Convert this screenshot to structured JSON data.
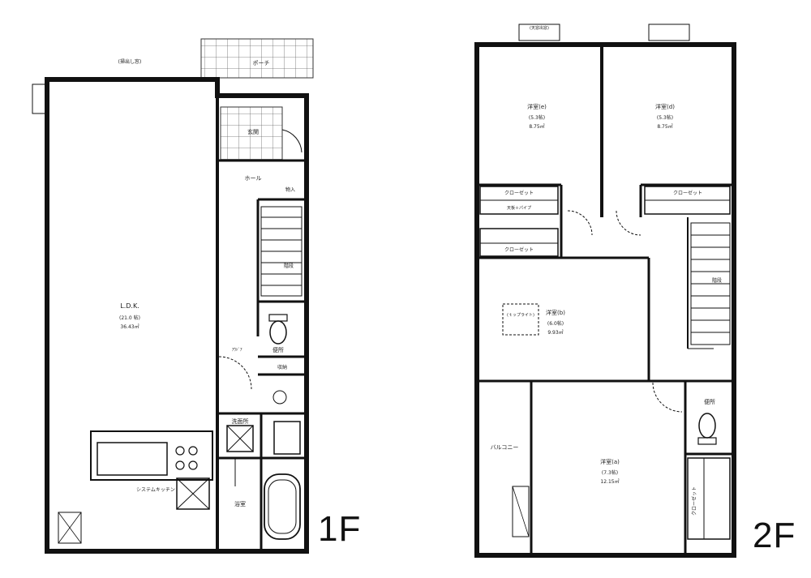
{
  "floor1": {
    "label": "1F",
    "rooms": {
      "ldk": {
        "name": "L.D.K.",
        "tatami": "(21.0 帖)",
        "area": "36.43㎡"
      },
      "porch": {
        "name": "ポーチ"
      },
      "entrance": {
        "name": "玄関"
      },
      "hall": {
        "name": "ホール"
      },
      "storage": {
        "name": "物入"
      },
      "storage2": {
        "name": "収納"
      },
      "toilet": {
        "name": "便所"
      },
      "washroom": {
        "name": "洗面所"
      },
      "bath": {
        "name": "浴室"
      }
    },
    "notes": {
      "ldk_top": "(掃出し窓)",
      "stair": "階段",
      "kitchen_note": "システムキッチン",
      "door_note": "ｱｳﾄﾞｱ"
    }
  },
  "floor2": {
    "label": "2F",
    "rooms": {
      "western_e": {
        "name": "洋室(e)",
        "tatami": "(5.3帖)",
        "area": "8.75㎡"
      },
      "western_d": {
        "name": "洋室(d)",
        "tatami": "(5.3帖)",
        "area": "8.75㎡"
      },
      "western_b": {
        "name": "洋室(b)",
        "tatami": "(6.0帖)",
        "area": "9.93㎡"
      },
      "western_a": {
        "name": "洋室(a)",
        "tatami": "(7.3帖)",
        "area": "12.15㎡"
      },
      "balcony": {
        "name": "バルコニー"
      },
      "toilet": {
        "name": "便所"
      }
    },
    "closets": {
      "c1": "クローゼット",
      "c2": "クローゼット",
      "c3": "クローゼット",
      "c4": "クローゼット",
      "shelf_pipe": "天板＋パイプ"
    },
    "notes": {
      "skylight": "(ｔップライト)",
      "window_top": "(天窓出窓)",
      "stair": "階段"
    }
  }
}
